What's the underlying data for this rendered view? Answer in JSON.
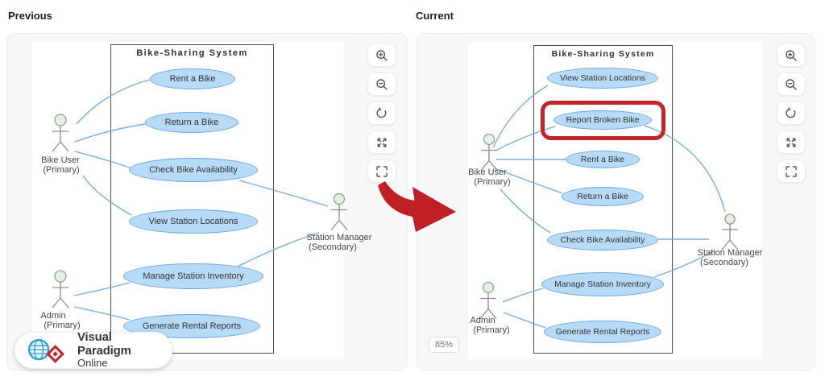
{
  "panels": {
    "previous": {
      "label": "Previous",
      "diagram": {
        "title": "Bike-Sharing System",
        "use_cases": [
          "Rent a Bike",
          "Return a Bike",
          "Check Bike Availability",
          "View Station Locations",
          "Manage Station Inventory",
          "Generate Rental Reports"
        ],
        "actors": [
          {
            "name": "Bike User",
            "role": "(Primary)"
          },
          {
            "name": "Admin",
            "role": "(Primary)"
          },
          {
            "name": "Station Manager",
            "role": "(Secondary)"
          }
        ]
      }
    },
    "current": {
      "label": "Current",
      "zoom_badge": "85%",
      "highlighted_use_case": "Report Broken Bike",
      "diagram": {
        "title": "Bike-Sharing System",
        "use_cases": [
          "View Station Locations",
          "Report Broken Bike",
          "Rent a Bike",
          "Return a Bike",
          "Check Bike Availability",
          "Manage Station Inventory",
          "Generate Rental Reports"
        ],
        "actors": [
          {
            "name": "Bike User",
            "role": "(Primary)"
          },
          {
            "name": "Admin",
            "role": "(Primary)"
          },
          {
            "name": "Station Manager",
            "role": "(Secondary)"
          }
        ]
      }
    }
  },
  "viewer_controls": {
    "buttons": [
      {
        "icon": "zoom-in-icon"
      },
      {
        "icon": "zoom-out-icon"
      },
      {
        "icon": "reset-view-icon"
      },
      {
        "icon": "expand-icon"
      },
      {
        "icon": "fullscreen-icon"
      }
    ]
  },
  "logo": {
    "name": "Visual Paradigm",
    "product": "Online"
  },
  "colors": {
    "use_case_fill": "#B7DAF7",
    "use_case_stroke": "#6BA6DE",
    "connector": "#76ADE5",
    "highlight_red": "#C2262A",
    "arrow_red": "#BE2025"
  }
}
